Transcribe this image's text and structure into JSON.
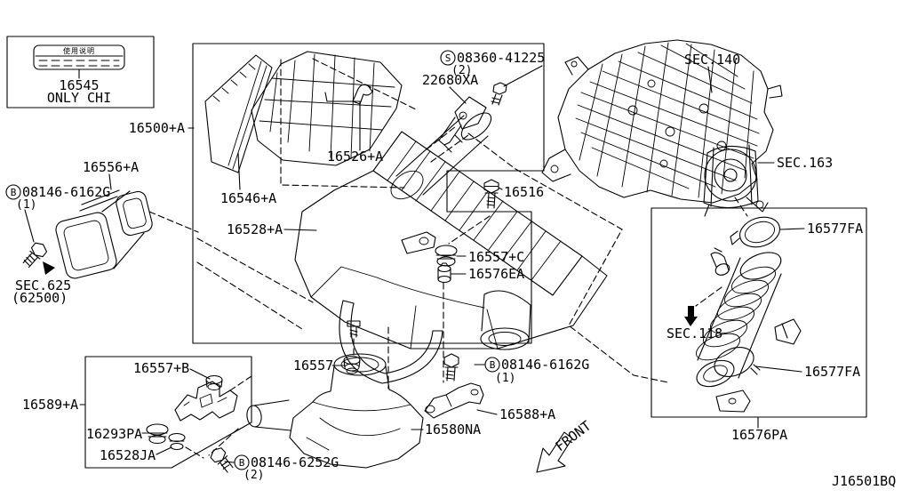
{
  "page": {
    "background": "#ffffff",
    "line_color": "#000000"
  },
  "diagram": {
    "code": "J16501BQ",
    "front_label": "FRONT"
  },
  "ref_plate": {
    "title": "使用说明",
    "part_number": "16545",
    "note": "ONLY CHI"
  },
  "sections": {
    "sec140": "SEC.140",
    "sec163": "SEC.163",
    "sec118": "SEC.118",
    "sec625": "SEC.625",
    "sec625_ref": "(62500)"
  },
  "parts": {
    "p16500": "16500+A",
    "p16556": "16556+A",
    "p16546": "16546+A",
    "p16526": "16526+A",
    "p22680xa": "22680XA",
    "p16516": "16516",
    "p16528": "16528+A",
    "p16557c": "16557+C",
    "p16576ea": "16576EA",
    "p16577fa_upper": "16577FA",
    "p16577fa_lower": "16577FA",
    "p16576pa": "16576PA",
    "p16557": "16557",
    "p16580na": "16580NA",
    "p16588": "16588+A",
    "p16557b": "16557+B",
    "p16589": "16589+A",
    "p16293pa": "16293PA",
    "p16528ja": "16528JA"
  },
  "fasteners": {
    "b_left": {
      "prefix": "B",
      "number": "08146-6162G",
      "qty": "(1)"
    },
    "b_right": {
      "prefix": "B",
      "number": "08146-6162G",
      "qty": "(1)"
    },
    "b_bottom": {
      "prefix": "B",
      "number": "08146-6252G",
      "qty": "(2)"
    },
    "s_screw": {
      "prefix": "S",
      "number": "08360-41225",
      "qty": "(2)"
    }
  }
}
